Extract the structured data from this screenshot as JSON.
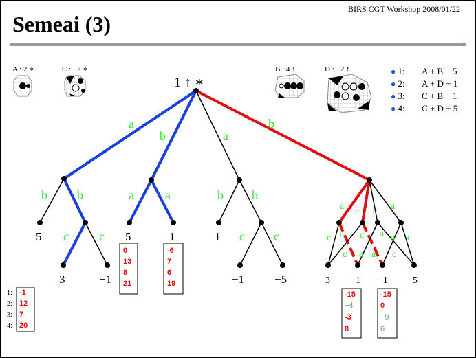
{
  "header": {
    "workshop": "BIRS CGT Workshop 2008/01/22",
    "title": "Semeai (3)"
  },
  "positions": [
    {
      "label": "A : 2 ∗"
    },
    {
      "label": "C : −2 ∗"
    },
    {
      "label": "B : 4 ↑"
    },
    {
      "label": "D : −2 ↑"
    }
  ],
  "equations": [
    {
      "label": "1:",
      "expr": "A + B − 5"
    },
    {
      "label": "2:",
      "expr": "A + D + 1"
    },
    {
      "label": "3:",
      "expr": "C + B − 1"
    },
    {
      "label": "4:",
      "expr": "C + D + 5"
    }
  ],
  "tree": {
    "root_value": "1 ↑ ∗",
    "moves": {
      "m1": "a",
      "m2": "b",
      "m3": "a",
      "m4": "b",
      "m5": "b",
      "m6": "b",
      "m7": "a",
      "m8": "a",
      "m9": "b",
      "m10": "b",
      "m11": "c",
      "m12": "c",
      "m13": "c",
      "m14": "c",
      "m15": "a",
      "m16": "c",
      "m17": "c",
      "m18": "a",
      "m19": "c",
      "m20": "a",
      "m21": "c",
      "m22": "a",
      "m23": "a",
      "m24": "c",
      "m25": "c",
      "m26": "a",
      "m27": "a",
      "m28": "c"
    },
    "leaves": {
      "l1": "5",
      "l2": "5",
      "l3": "1",
      "l4": "1",
      "l5": "3",
      "l6": "−1",
      "l7": "−1",
      "l8": "−5",
      "l9": "3",
      "l10": "−1",
      "l11": "−1",
      "l12": "−5"
    },
    "colors": {
      "blue_path": "#1a3fe0",
      "red_path": "#e01010",
      "move_label": "#33e633"
    }
  },
  "scoreboxes": {
    "row_labels": [
      "1:",
      "2:",
      "3:",
      "4:"
    ],
    "box1": [
      "-1",
      "12",
      "7",
      "20"
    ],
    "box2": [
      "0",
      "13",
      "8",
      "21"
    ],
    "box3": [
      "-6",
      "7",
      "6",
      "19"
    ],
    "box4": [
      "-15",
      "−4",
      "-3",
      "8"
    ],
    "box5": [
      "-15",
      "0",
      "−9",
      "6"
    ]
  }
}
